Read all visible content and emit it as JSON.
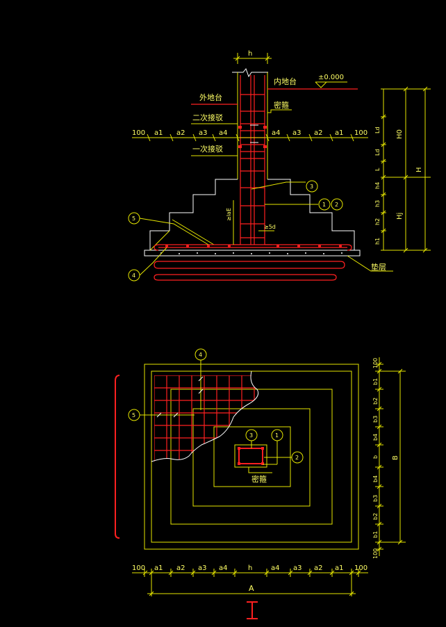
{
  "section": {
    "column_width": "h",
    "inner_ground": "内地台",
    "elevation": "±0.000",
    "outer_ground": "外地台",
    "second_splice": "二次接驳",
    "first_splice": "一次接驳",
    "stirrup_dense": "密箍",
    "anchor_label": "≥laE",
    "hook_label": "≥5d",
    "cushion": "垫层",
    "top_dims": [
      "100",
      "a1",
      "a2",
      "a3",
      "a4",
      "a4",
      "a3",
      "a2",
      "a1",
      "100"
    ],
    "right_dims": [
      "Ld",
      "Ld",
      "L",
      "h4",
      "h3",
      "h2",
      "h1"
    ],
    "H0": "H0",
    "H": "H",
    "Hj": "Hj",
    "markers": [
      "3",
      "1",
      "2",
      "5",
      "4"
    ]
  },
  "plan": {
    "stirrup_dense": "密箍",
    "markers": [
      "4",
      "5",
      "3",
      "1",
      "2"
    ],
    "right_dims": [
      "100",
      "b1",
      "b2",
      "b3",
      "b4",
      "b",
      "b4",
      "b3",
      "b2",
      "b1",
      "100"
    ],
    "B": "B",
    "bottom_dims": [
      "100",
      "a1",
      "a2",
      "a3",
      "a4",
      "h",
      "a4",
      "a3",
      "a2",
      "a1",
      "100"
    ],
    "A": "A",
    "section_mark": "I"
  },
  "colors": {
    "background": "#000000",
    "lines": "#e6e600",
    "rebar": "#ff2020",
    "text": "#ffff66"
  }
}
